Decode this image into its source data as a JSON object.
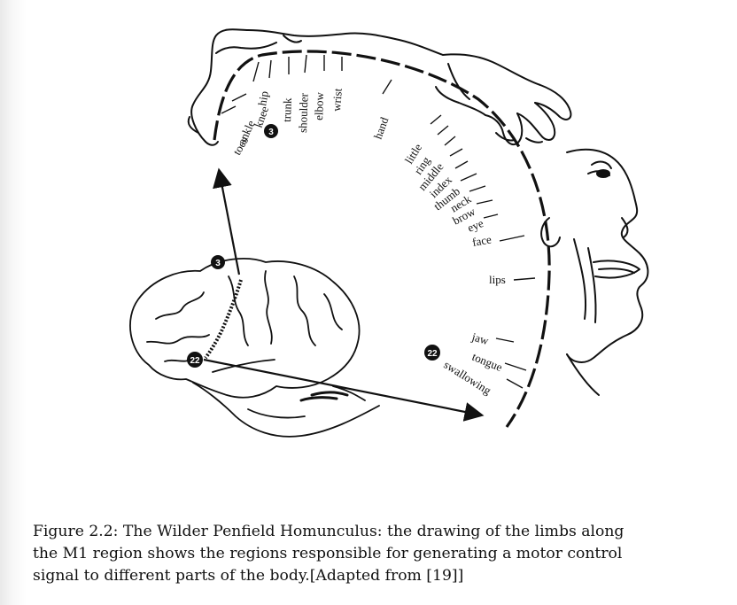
{
  "figure": {
    "arc_labels": [
      "toes",
      "ankle",
      "knee",
      "hip",
      "trunk",
      "shoulder",
      "elbow",
      "wrist",
      "hand",
      "little",
      "ring",
      "middle",
      "index",
      "thumb",
      "neck",
      "brow",
      "eye",
      "face",
      "lips",
      "jaw",
      "tongue",
      "swallowing"
    ],
    "badge_top": "3",
    "badge_bottom": "22"
  },
  "caption": {
    "line1": "Figure 2.2: The Wilder Penfield Homunculus: the drawing of the limbs along",
    "line2": "the M1 region shows the regions responsible for generating a motor control",
    "line3": "signal to different parts of the body.[Adapted from [19]]"
  }
}
